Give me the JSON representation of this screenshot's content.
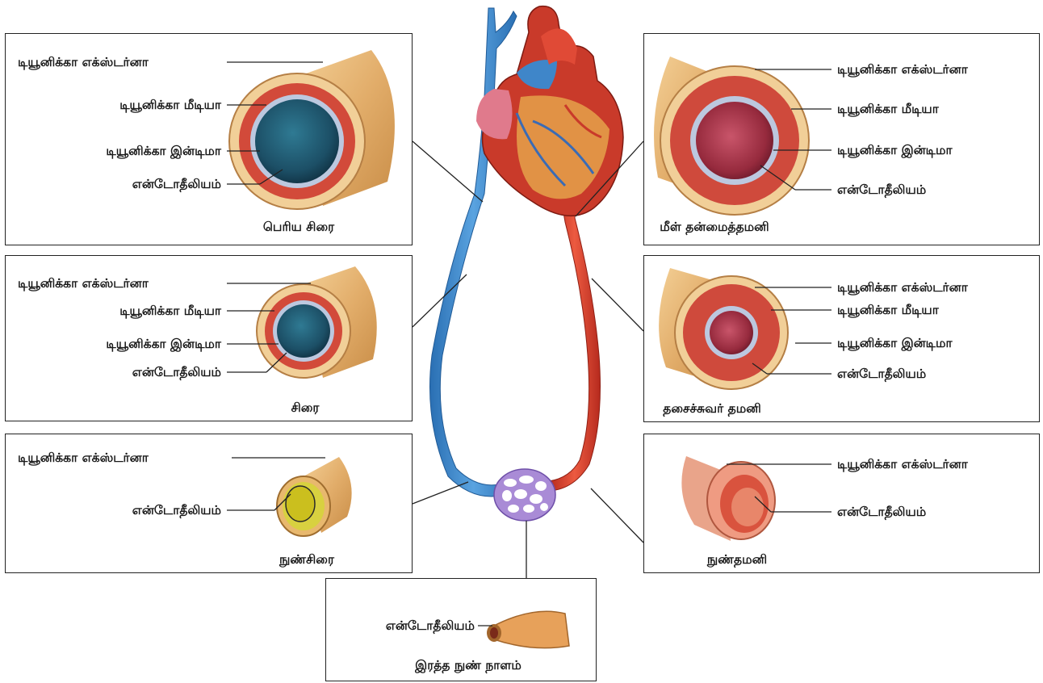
{
  "layers": {
    "externa": "டியூனிக்கா எக்ஸ்டர்னா",
    "media": "டியூனிக்கா மீடியா",
    "intima": "டியூனிக்கா இன்டிமா",
    "endothelium": "என்டோதீலியம்"
  },
  "captions": {
    "large_vein": "பெரிய சிரை",
    "vein": "சிரை",
    "venule": "நுண்சிரை",
    "elastic_artery": "மீள் தன்மைத்தமனி",
    "muscular_artery": "தசைச்சுவர் தமனி",
    "arteriole": "நுண்தமனி",
    "capillary": "இரத்த நுண் நாளம்"
  },
  "colors": {
    "vein": "#3f86c9",
    "artery": "#d63a2a",
    "capillary_bed": "#a98bd6",
    "tunica_externa": "#e2b06e",
    "tunica_media": "#cf4a3c",
    "tunica_intima": "#b9c6de",
    "vein_lumen": "#1f5a73",
    "artery_lumen": "#9a2b3e"
  }
}
